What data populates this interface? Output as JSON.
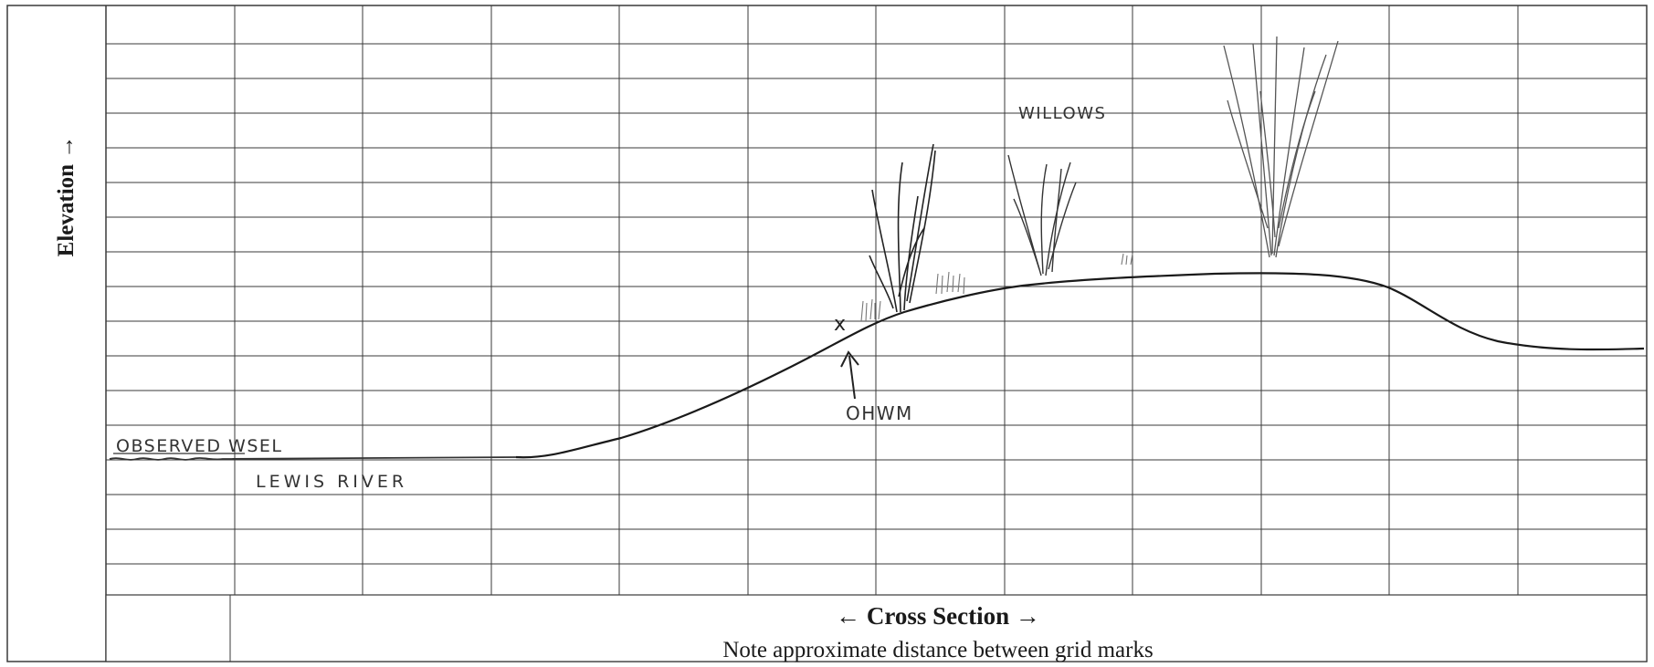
{
  "axes": {
    "y_label": "Elevation →",
    "x_label": "← Cross Section →",
    "x_note": "Note approximate distance between grid marks"
  },
  "annotations": {
    "water_surface": "OBSERVED WSEL",
    "river": "LEWIS RIVER",
    "ohwm": "OHWM",
    "vegetation": "WILLOWS",
    "ohwm_marker": "x"
  },
  "colors": {
    "ink": "#1a1a1a",
    "pencil": "#444444",
    "grid": "#3a3a3a",
    "paper": "#ffffff"
  }
}
